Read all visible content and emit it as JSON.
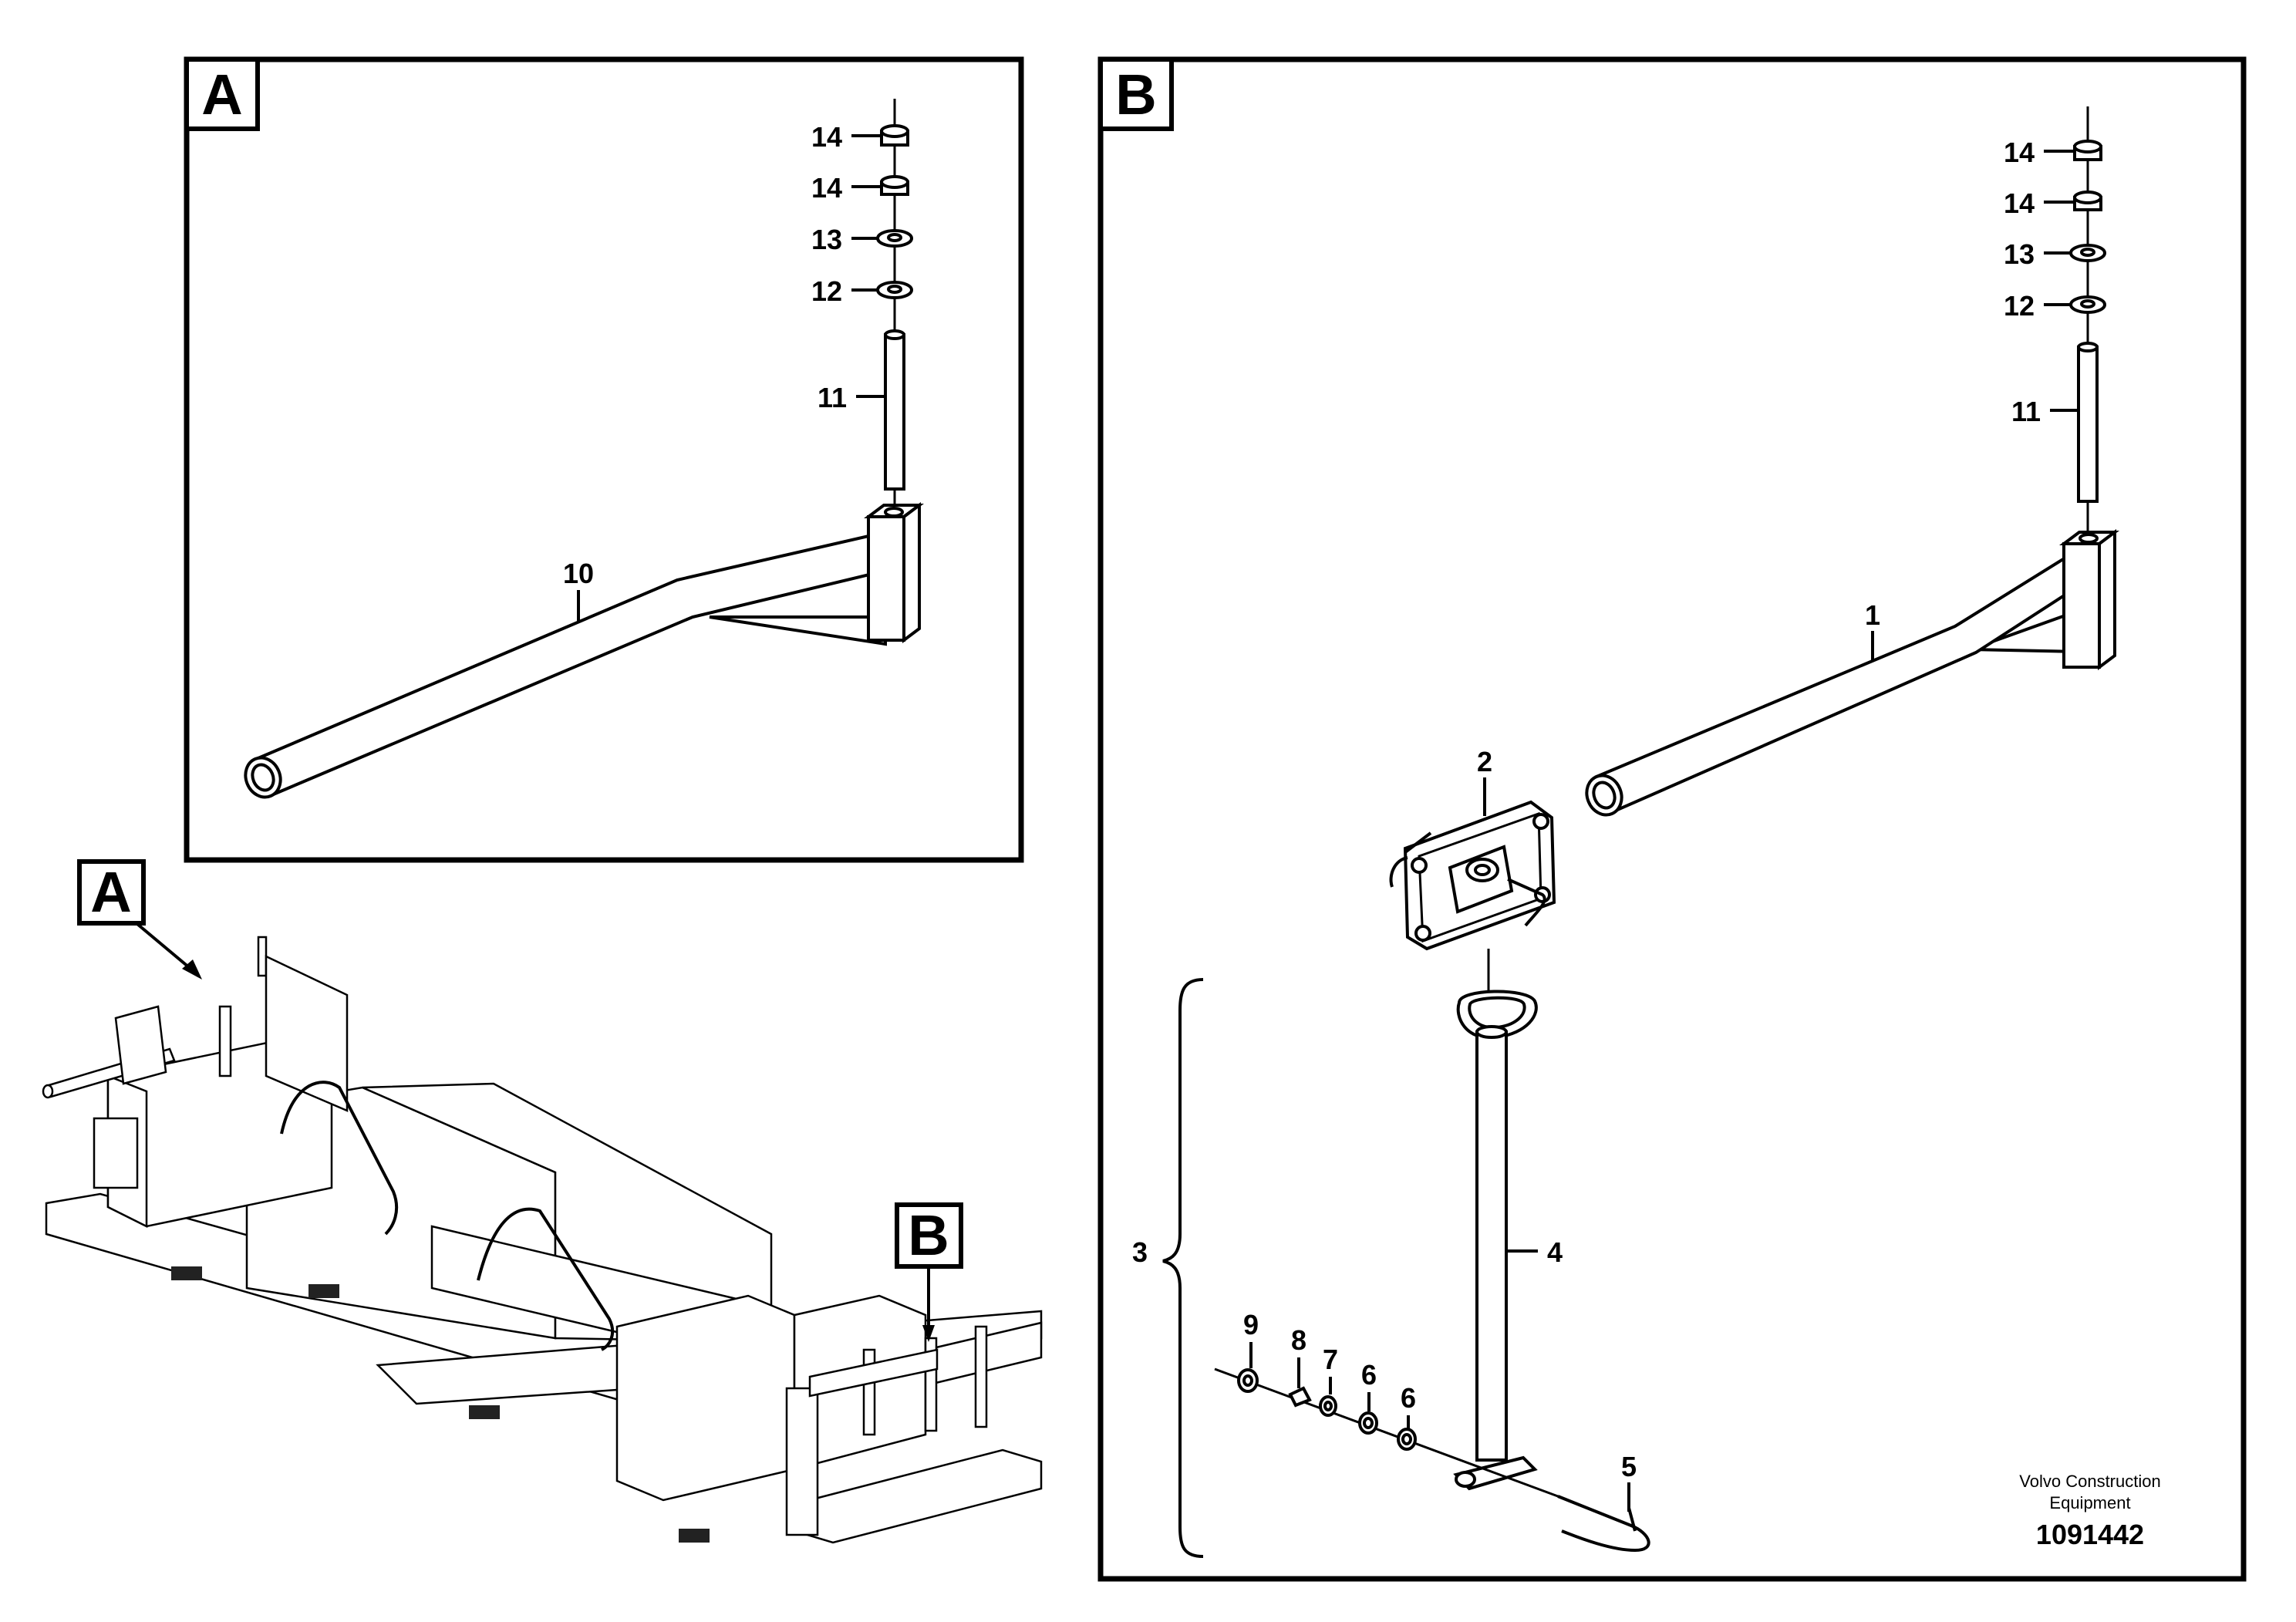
{
  "panels": {
    "a": {
      "badge": "A",
      "callouts": {
        "c14a": "14",
        "c14b": "14",
        "c13": "13",
        "c12": "12",
        "c11": "11",
        "c10": "10"
      }
    },
    "b": {
      "badge": "B",
      "callouts": {
        "c14a": "14",
        "c14b": "14",
        "c13": "13",
        "c12": "12",
        "c11": "11",
        "c1": "1",
        "c2": "2",
        "c3": "3",
        "c4": "4",
        "c5": "5",
        "c6a": "6",
        "c6b": "6",
        "c7": "7",
        "c8": "8",
        "c9": "9"
      }
    }
  },
  "overview": {
    "marker_a": "A",
    "marker_b": "B"
  },
  "footer": {
    "company_line1": "Volvo Construction",
    "company_line2": "Equipment",
    "drawing_number": "1091442"
  }
}
